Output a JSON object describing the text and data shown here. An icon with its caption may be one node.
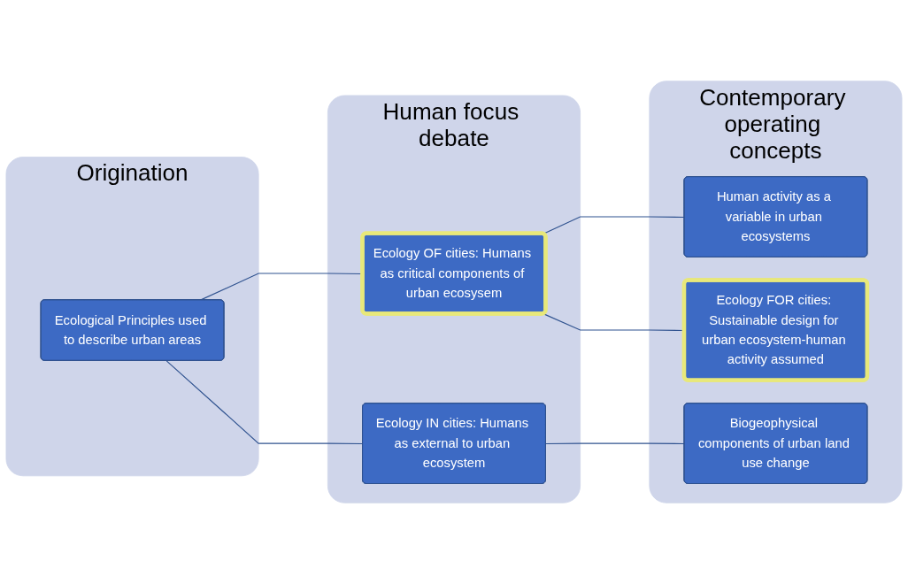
{
  "diagram": {
    "nodes": [
      {
        "text": [
          "Origination"
        ]
      },
      {
        "text": [
          "Ecological Principles used to describe urban areas"
        ],
        "in": 0
      },
      {
        "text": [
          "Human focus debate"
        ]
      },
      {
        "text": [
          "Ecology OF cities: Humans as critical components of urban ecosysem"
        ],
        "in": 2
      },
      {
        "text": [
          "Ecology IN cities: Humans as external to urban ecosystem"
        ],
        "in": 2
      },
      {
        "text": [
          "Contemporary operating concepts"
        ]
      },
      {
        "text": [
          "Human activity as a variable in urban ecosystems"
        ],
        "in": 5
      },
      {
        "text": [
          "Ecology FOR cities: Sustainable design for urban ecosystem-human activity assumed"
        ],
        "in": 5
      },
      {
        "text": [
          "Biogeophysical components of urban land use change"
        ],
        "in": 5
      }
    ],
    "edges": [
      {
        "from": 1,
        "to": 3,
        "arrow": "none"
      },
      {
        "from": 1,
        "to": 4,
        "arrow": "none"
      },
      {
        "from": 3,
        "to": 6,
        "arrow": "none"
      },
      {
        "from": 3,
        "to": 7,
        "arrow": "none"
      },
      {
        "from": 4,
        "to": 8,
        "arrow": "none"
      }
    ]
  }
}
